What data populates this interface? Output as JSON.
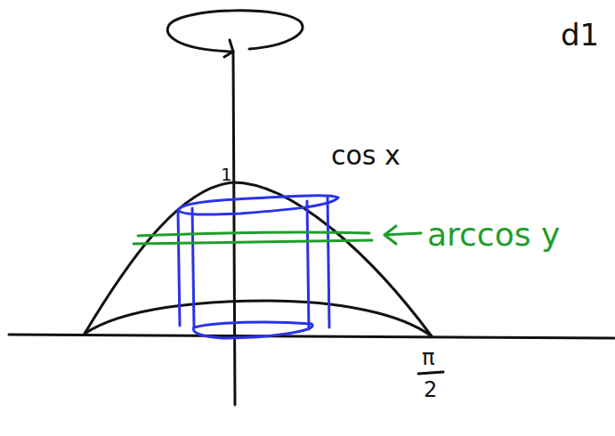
{
  "diagram": {
    "labels": [
      "d1",
      "1",
      "cos x",
      "arccos y",
      "π",
      "2"
    ]
  }
}
